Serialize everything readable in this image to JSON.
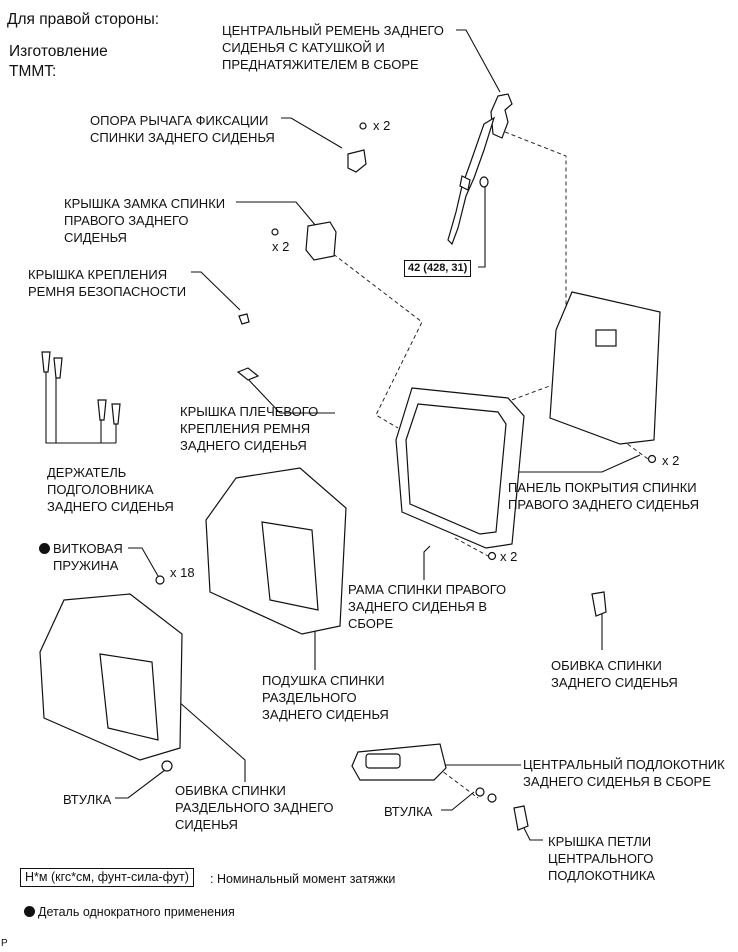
{
  "header": {
    "side": "Для правой стороны:",
    "make_1": "Изготовление",
    "make_2": "TMMT:"
  },
  "labels": {
    "center_belt": [
      "ЦЕНТРАЛЬНЫЙ РЕМЕНЬ ЗАДНЕГО",
      "СИДЕНЬЯ С КАТУШКОЙ И",
      "ПРЕДНАТЯЖИТЕЛЕМ В СБОРЕ"
    ],
    "lock_lever_support": [
      "ОПОРА РЫЧАГА ФИКСАЦИИ",
      "СПИНКИ ЗАДНЕГО СИДЕНЬЯ"
    ],
    "lock_cover": [
      "КРЫШКА ЗАМКА СПИНКИ",
      "ПРАВОГО ЗАДНЕГО",
      "СИДЕНЬЯ"
    ],
    "belt_anchor_cover": [
      "КРЫШКА КРЕПЛЕНИЯ",
      "РЕМНЯ БЕЗОПАСНОСТИ"
    ],
    "shoulder_anchor_cover": [
      "КРЫШКА ПЛЕЧЕВОГО",
      "КРЕПЛЕНИЯ РЕМНЯ",
      "ЗАДНЕГО СИДЕНЬЯ"
    ],
    "headrest_holder": [
      "ДЕРЖАТЕЛЬ",
      "ПОДГОЛОВНИКА",
      "ЗАДНЕГО СИДЕНЬЯ"
    ],
    "back_panel": [
      "ПАНЕЛЬ ПОКРЫТИЯ СПИНКИ",
      "ПРАВОГО ЗАДНЕГО СИДЕНЬЯ"
    ],
    "coil_spring": [
      "ВИТКОВАЯ",
      "ПРУЖИНА"
    ],
    "frame": [
      "РАМА СПИНКИ ПРАВОГО",
      "ЗАДНЕГО СИДЕНЬЯ В",
      "СБОРЕ"
    ],
    "pad": [
      "ПОДУШКА СПИНКИ",
      "РАЗДЕЛЬНОГО",
      "ЗАДНЕГО СИДЕНЬЯ"
    ],
    "back_trim": [
      "ОБИВКА СПИНКИ",
      "ЗАДНЕГО СИДЕНЬЯ"
    ],
    "split_cover": [
      "ОБИВКА СПИНКИ",
      "РАЗДЕЛЬНОГО ЗАДНЕГО",
      "СИДЕНЬЯ"
    ],
    "bushing_left": "ВТУЛКА",
    "bushing_right": "ВТУЛКА",
    "armrest": [
      "ЦЕНТРАЛЬНЫЙ ПОДЛОКОТНИК",
      "ЗАДНЕГО СИДЕНЬЯ В СБОРЕ"
    ],
    "hinge_cover": [
      "КРЫШКА ПЕТЛИ",
      "ЦЕНТРАЛЬНОГО",
      "ПОДЛОКОТНИКА"
    ]
  },
  "quantities": {
    "q1": "x 2",
    "q2": "x 2",
    "q3": "x 2",
    "q4": "x 2",
    "q5": "x 18"
  },
  "torque": "42 (428, 31)",
  "legend": {
    "unit_box": "Н*м (кгс*см, фунт-сила-фут)",
    "unit_text": ": Номинальный момент затяжки",
    "single_use": "Деталь однократного применения"
  },
  "footer_code": "P"
}
